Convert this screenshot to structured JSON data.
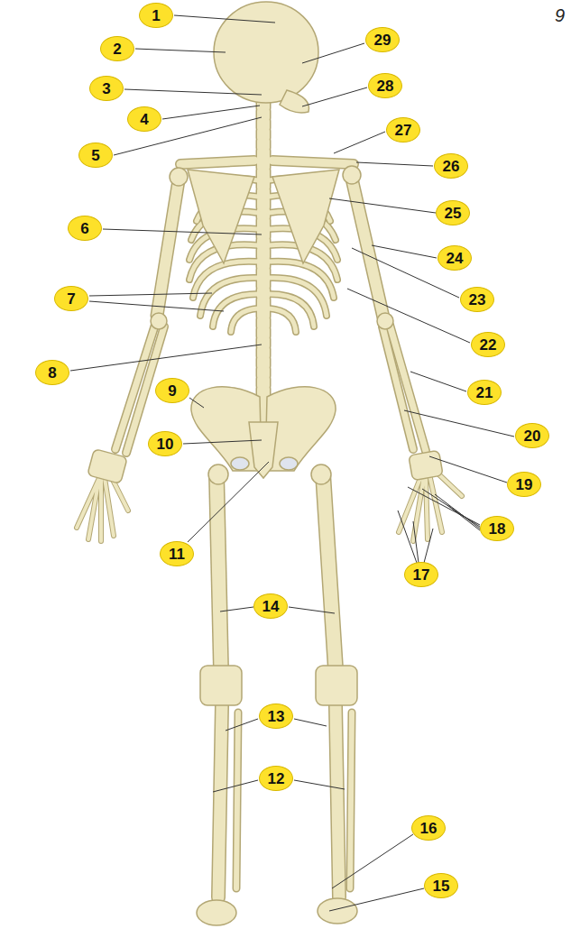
{
  "diagram": {
    "nodes": [
      {
        "text": [
          "1"
        ]
      },
      {
        "text": [
          "29"
        ]
      },
      {
        "text": [
          "2"
        ]
      },
      {
        "text": [
          "3"
        ]
      },
      {
        "text": [
          "28"
        ]
      },
      {
        "text": [
          "4"
        ]
      },
      {
        "text": [
          "27"
        ]
      },
      {
        "text": [
          "5"
        ]
      },
      {
        "text": [
          "26"
        ]
      },
      {
        "text": [
          "25"
        ]
      },
      {
        "text": [
          "6"
        ]
      },
      {
        "text": [
          "24"
        ]
      },
      {
        "text": [
          "23"
        ]
      },
      {
        "text": [
          "7"
        ]
      },
      {
        "text": [
          "22"
        ]
      },
      {
        "text": [
          "8"
        ]
      },
      {
        "text": [
          "9"
        ]
      },
      {
        "text": [
          "21"
        ]
      },
      {
        "text": [
          "20"
        ]
      },
      {
        "text": [
          "10"
        ]
      },
      {
        "text": [
          "19"
        ]
      },
      {
        "text": [
          "18"
        ]
      },
      {
        "text": [
          "11"
        ]
      },
      {
        "text": [
          "17"
        ]
      },
      {
        "text": [
          "14"
        ]
      },
      {
        "text": [
          "13"
        ]
      },
      {
        "text": [
          "12"
        ]
      },
      {
        "text": [
          "16"
        ]
      },
      {
        "text": [
          "15"
        ]
      }
    ],
    "labels": [
      "9"
    ]
  }
}
